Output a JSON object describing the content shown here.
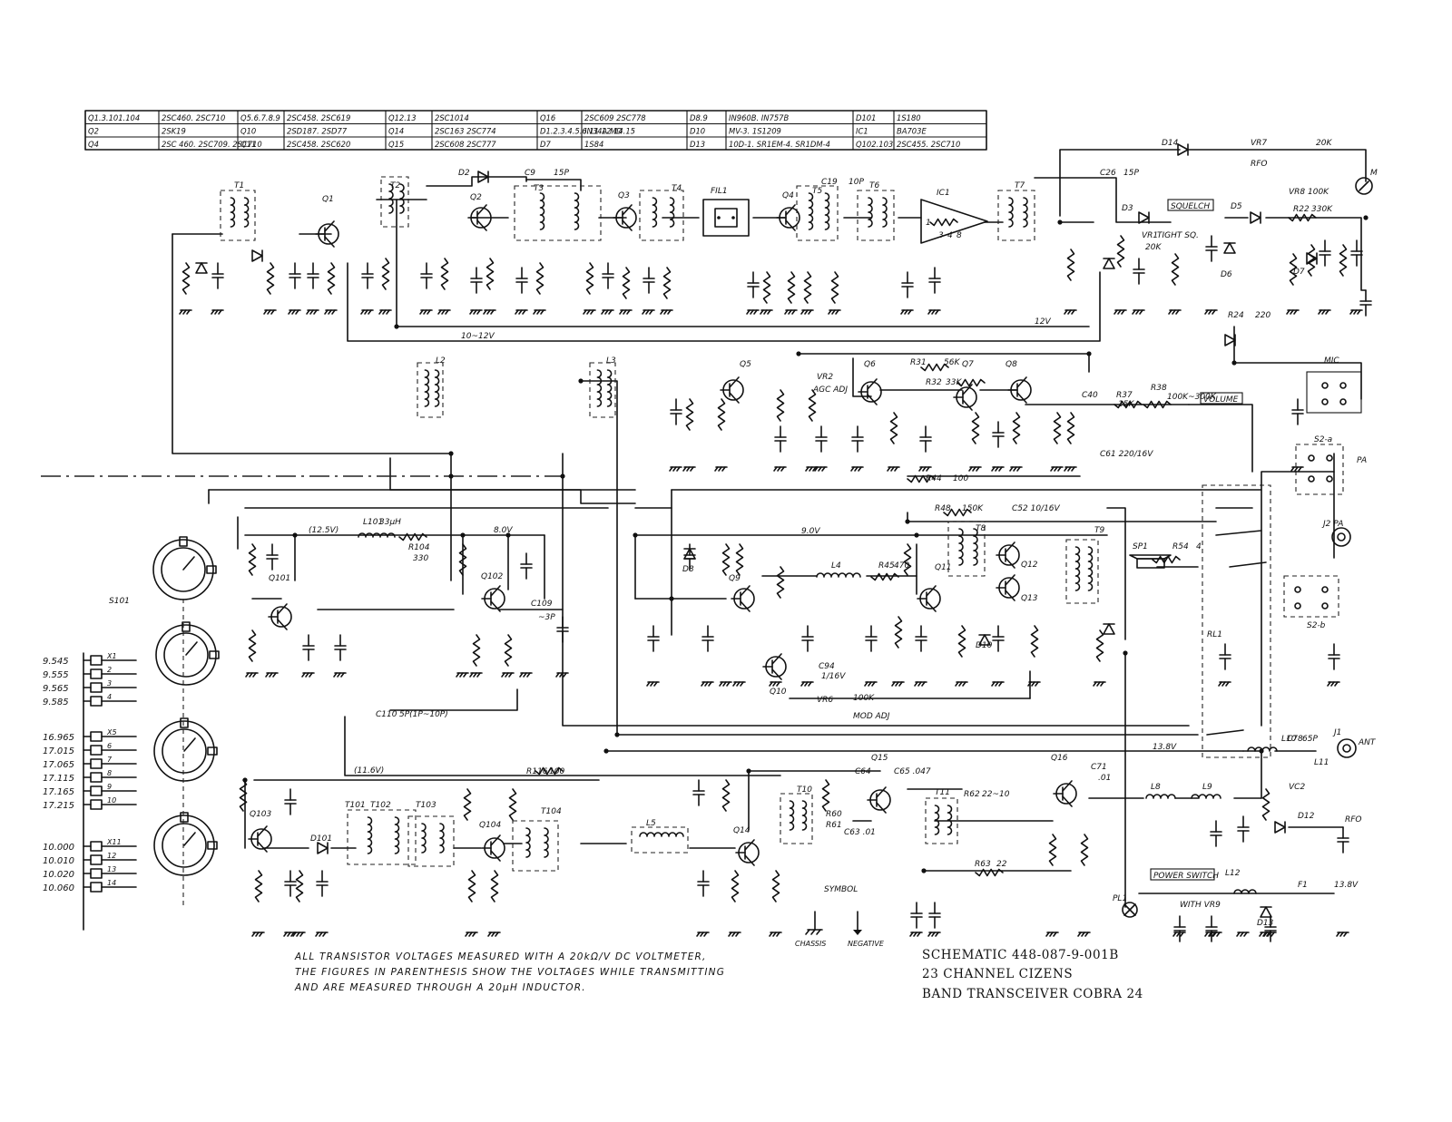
{
  "transistor_table": {
    "rows": [
      [
        "Q1.3.101.104",
        "2SC460. 2SC710",
        "Q5.6.7.8.9",
        "2SC458. 2SC619",
        "Q12.13",
        "2SC1014",
        "Q16",
        "2SC609  2SC778",
        "D8.9",
        "IN960B. IN757B",
        "D101",
        "1S180"
      ],
      [
        "Q2",
        "2SK19",
        "Q10",
        "2SD187. 2SD77",
        "Q14",
        "2SC163  2SC774",
        "D1.2.3.4.5.6.11.12.14.15",
        "IN34A.MD",
        "D10",
        "MV-3. 1S1209",
        "IC1",
        "BA703E"
      ],
      [
        "Q4",
        "2SC 460. 2SC709. 2SC710",
        "Q11",
        "2SC458. 2SC620",
        "Q15",
        "2SC608  2SC777",
        "D7",
        "1S84",
        "D13",
        "10D-1. SR1EM-4. SR1DM-4",
        "Q102.103",
        "2SC455. 2SC710"
      ]
    ]
  },
  "boxed_labels": {
    "squelch": "SQUELCH",
    "volume": "VOLUME",
    "power_switch": "POWER SWITCH",
    "mic": "MIC"
  },
  "component_labels": {
    "t1": "T1",
    "q1": "Q1",
    "t2": "T2",
    "q2": "Q2",
    "d2": "D2",
    "c9": "C9",
    "c9v": "15P",
    "t3": "T3",
    "q3": "Q3",
    "t4": "T4",
    "fil1": "FIL1",
    "q4": "Q4",
    "c19": "C19",
    "c19v": "10P",
    "t5": "T5",
    "t6": "T6",
    "ic1": "IC1",
    "t7": "T7",
    "c26": "C26",
    "c26v": "15P",
    "d14": "D14",
    "vr7": "VR7",
    "vr7v": "20K",
    "rfo": "RFO",
    "vr8": "VR8 100K",
    "meter": "M",
    "d5": "D5",
    "r22": "R22",
    "r22v": "330K",
    "d7": "D7",
    "d6": "D6",
    "d3": "D3",
    "r24": "R24",
    "r24v": "220",
    "vr1": "VR1",
    "vr1v": "20K",
    "tight": "TIGHT SQ.",
    "l2": "L2",
    "l3": "L3",
    "q5": "Q5",
    "q6": "Q6",
    "q7": "Q7",
    "q8": "Q8",
    "r31": "R31",
    "r31v": "56K",
    "r32": "R32",
    "r32v": "33K",
    "r37": "R37",
    "r37v": "15K",
    "r38": "R38",
    "r38v": "100K~300K",
    "c40": "C40",
    "c61": "C61 220/16V",
    "r44": "R44",
    "r44v": "100",
    "vr2": "VR2",
    "agc": "AGC ADJ",
    "r48": "R48",
    "r48v": "150K",
    "c52": "C52 10/16V",
    "t8": "T8",
    "t9": "T9",
    "q11": "Q11",
    "q12": "Q12",
    "q13": "Q13",
    "sp1": "SP1",
    "r54": "R54",
    "r54v": "4",
    "jpa": "J2 PA",
    "pa": "PA",
    "s2a": "S2-a",
    "s2b": "S2-b",
    "rl1": "RL1",
    "q9": "Q9",
    "q10": "Q10",
    "l4": "L4",
    "r45": "R45",
    "r45v": "470",
    "vr6": "VR6",
    "vr6v": "100K",
    "modadj": "MOD ADJ",
    "s101": "S101",
    "q101": "Q101",
    "q102": "Q102",
    "q103": "Q103",
    "q104": "Q104",
    "l101": "L101",
    "l101v": "33μH",
    "r104": "R104",
    "r104v": "330",
    "c109": "C109",
    "c109v": "~3P",
    "c110": "C110",
    "c110v": "5P(1P~10P)",
    "r116": "R116",
    "r116v": "100",
    "t101": "T101",
    "t102": "T102",
    "t103": "T103",
    "t104": "T104",
    "l5": "L5",
    "q14": "Q14",
    "t10": "T10",
    "q15": "Q15",
    "c64": "C64",
    "c65": "C65 .047",
    "t11": "T11",
    "r62": "R62",
    "r62v": "22~10",
    "q16": "Q16",
    "c71": "C71",
    "c71v": ".01",
    "c78": "C78",
    "c78v": "65P",
    "l10": "L10",
    "j1": "J1",
    "ant": "ANT",
    "l8": "L8",
    "l9": "L9",
    "d12": "D12",
    "rfo2": "RFO",
    "l11": "L11",
    "vc2": "VC2",
    "l12": "L12",
    "f1": "F1",
    "v138": "13.8V",
    "d13": "D13",
    "pl1": "PL1",
    "with_vr9": "WITH VR9",
    "r63": "R63",
    "r63v": "22",
    "r60": "R60",
    "r61": "R61",
    "c63": "C63 .01",
    "d101": "D101",
    "d8": "D8",
    "d10": "D10",
    "c94": "C94",
    "c94v": "1/16V",
    "v_10_12": "10~12V",
    "v_9": "9.0V",
    "v_138_line": "13.8V",
    "v_12": "12V",
    "v_11": "(11.6V)",
    "v_8": "8.0V",
    "v_125": "(12.5V)"
  },
  "crystal_freqs": {
    "group1": [
      "9.545",
      "9.555",
      "9.565",
      "9.585"
    ],
    "group2": [
      "16.965",
      "17.015",
      "17.065",
      "17.115",
      "17.165",
      "17.215"
    ],
    "group3": [
      "10.000",
      "10.010",
      "10.020",
      "10.060"
    ]
  },
  "crystal_ids": {
    "group1": [
      "X1",
      "2",
      "3",
      "4"
    ],
    "group2": [
      "X5",
      "6",
      "7",
      "8",
      "9",
      "10"
    ],
    "group3": [
      "X11",
      "12",
      "13",
      "14"
    ]
  },
  "symbol_legend": {
    "heading": "SYMBOL",
    "chassis": "CHASSIS",
    "negative": "NEGATIVE"
  },
  "footnote": {
    "line1": "ALL TRANSISTOR VOLTAGES MEASURED WITH A 20kΩ/V DC VOLTMETER,",
    "line2": "THE FIGURES IN PARENTHESIS SHOW THE VOLTAGES WHILE TRANSMITTING",
    "line3": "AND ARE MEASURED THROUGH A 20μH INDUCTOR."
  },
  "title_block": {
    "line1": "SCHEMATIC 448-087-9-001B",
    "line2": "23 CHANNEL CIZENS",
    "line3": "BAND TRANSCEIVER COBRA 24"
  }
}
